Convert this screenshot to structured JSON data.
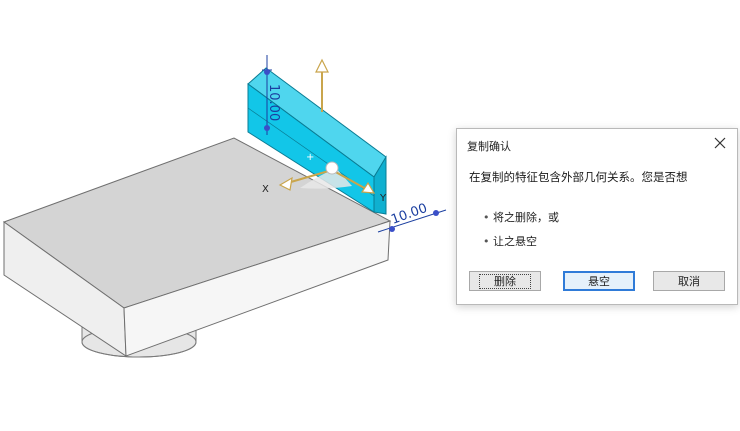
{
  "viewport": {
    "dim_vertical": "10.00",
    "dim_horizontal": "10.00",
    "axis_x": "X",
    "axis_y": "Y"
  },
  "dialog": {
    "title": "复制确认",
    "message": "在复制的特征包含外部几何关系。您是否想",
    "options": [
      "将之删除，或",
      "让之悬空"
    ],
    "buttons": {
      "delete": "删除",
      "suspend": "悬空",
      "cancel": "取消"
    }
  },
  "colors": {
    "highlight": "#12c6e8",
    "body_top": "#d3d3d3",
    "body_front": "#f3f3f3",
    "focus_border": "#2f7bd8"
  },
  "icons": [
    "close-icon",
    "move-arrow-icon",
    "dimension-handle-icon"
  ]
}
